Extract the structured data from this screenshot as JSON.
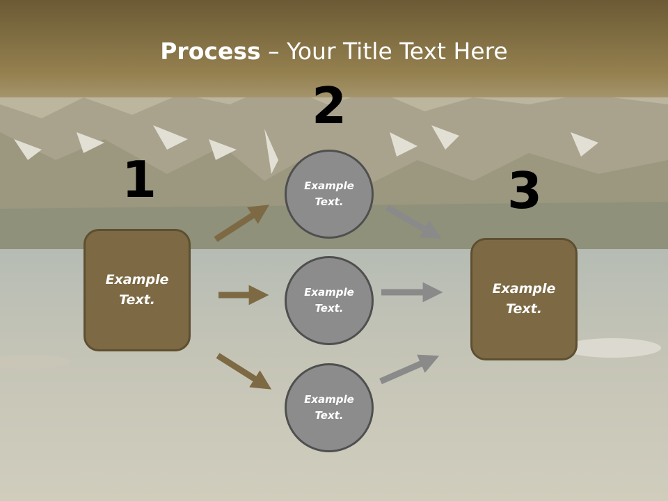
{
  "title": {
    "bold": "Process",
    "rest": " – Your Title Text Here"
  },
  "steps": [
    {
      "number": "1",
      "label_line1": "Example",
      "label_line2": "Text."
    },
    {
      "number": "2"
    },
    {
      "number": "3",
      "label_line1": "Example",
      "label_line2": "Text."
    }
  ],
  "circles": [
    {
      "line1": "Example",
      "line2": "Text."
    },
    {
      "line1": "Example",
      "line2": "Text."
    },
    {
      "line1": "Example",
      "line2": "Text."
    }
  ],
  "colors": {
    "box_fill": "#7d6a44",
    "circle_fill": "#8c8c8c",
    "arrow_brown": "#7d6a44",
    "arrow_gray": "#8a8a8a",
    "banner": "#8a7648"
  }
}
